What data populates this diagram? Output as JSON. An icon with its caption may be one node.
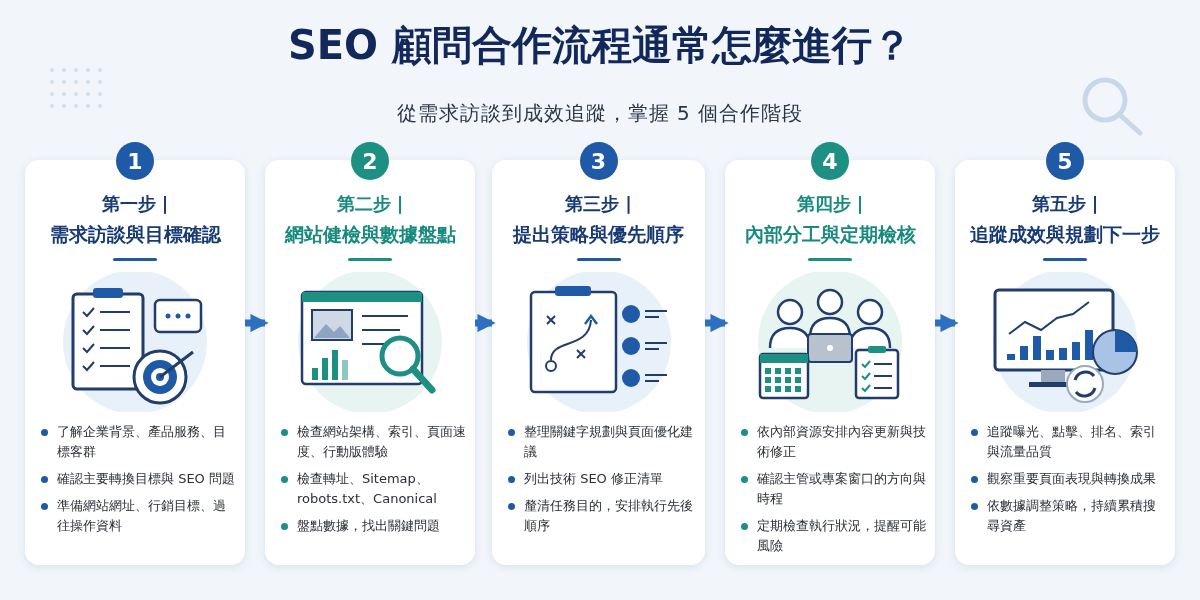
{
  "diagram": {
    "title": "SEO 顧問合作流程通常怎麼進行？",
    "nodes": [
      {
        "text": [
          "1",
          "第一步 |",
          "需求訪談與目標確認",
          "了解企業背景、產品服務、目標客群",
          "確認主要轉換目標與 SEO 問題",
          "準備網站網址、行銷目標、過往操作資料"
        ]
      },
      {
        "text": [
          "2",
          "第二步 |",
          "網站健檢與數據盤點",
          "檢查網站架構、索引、頁面速度、行動版體驗",
          "檢查轉址、Sitemap、robots.txt、Canonical",
          "盤點數據，找出關鍵問題"
        ]
      },
      {
        "text": [
          "3",
          "第三步 |",
          "提出策略與優先順序",
          "整理關鍵字規劃與頁面優化建議",
          "列出技術 SEO 修正清單",
          "釐清任務目的，安排執行先後順序"
        ]
      },
      {
        "text": [
          "4",
          "第四步 |",
          "內部分工與定期檢核",
          "依內部資源安排內容更新與技術修正",
          "確認主管或專案窗口的方向與時程",
          "定期檢查執行狀況，提醒可能風險"
        ]
      },
      {
        "text": [
          "5",
          "第五步 |",
          "追蹤成效與規劃下一步",
          "追蹤曝光、點擊、排名、索引與流量品質",
          "觀察重要頁面表現與轉換成果",
          "依數據調整策略，持續累積搜尋資產"
        ]
      }
    ],
    "edges": [
      {
        "from": 0,
        "to": 1,
        "arrow": "to"
      },
      {
        "from": 1,
        "to": 2,
        "arrow": "to"
      },
      {
        "from": 2,
        "to": 3,
        "arrow": "to"
      },
      {
        "from": 3,
        "to": 4,
        "arrow": "to"
      }
    ],
    "labels": [
      "從需求訪談到成效追蹤，掌握 5 個合作階段"
    ]
  }
}
